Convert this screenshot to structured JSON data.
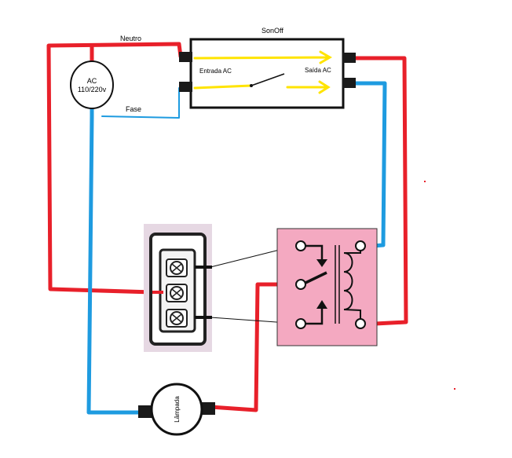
{
  "labels": {
    "neutro": "Neutro",
    "fase": "Fase",
    "source_line1": "AC",
    "source_line2": "110/220v",
    "sonoff_title": "SonOff",
    "entrada": "Entrada AC",
    "saida": "Saída AC",
    "lamp": "Lâmpada"
  },
  "colors": {
    "phase_wire": "#e8202a",
    "neutral_wire": "#1e9be0",
    "signal_arrow": "#ffe400",
    "relay_fill": "#f4a9c1",
    "switch_plate": "#e6d8e3",
    "terminal": "#1a1a1a"
  },
  "components": {
    "ac_source": "power-source-icon",
    "sonoff": "smart-switch-icon",
    "wall_switch": "three-way-switch-icon",
    "relay": "relay-coil-icon",
    "lamp": "lamp-icon"
  }
}
